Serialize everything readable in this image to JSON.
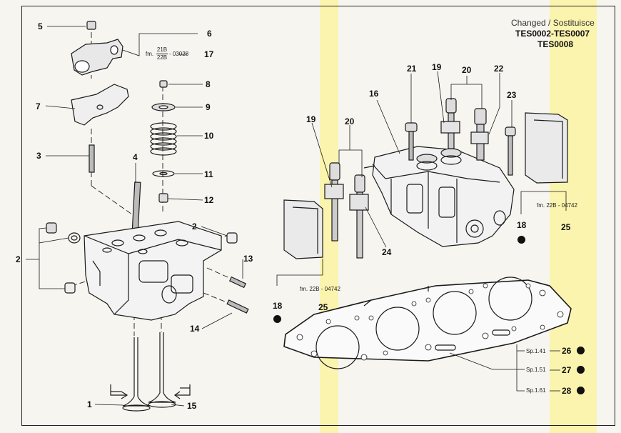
{
  "header": {
    "changed": "Changed / Sostituisce",
    "codes_line1": "TES0002-TES0007",
    "codes_line2": "TES0008"
  },
  "left_labels": [
    "5",
    "6",
    "7",
    "3",
    "4",
    "8",
    "9",
    "10",
    "11",
    "12",
    "2",
    "2",
    "13",
    "14",
    "1",
    "15"
  ],
  "fm_ref_top": {
    "prefix": "fm.",
    "num": "21B",
    "den": "22B",
    "suffix": "- 03028",
    "label": "17"
  },
  "right_labels": [
    "21",
    "19",
    "20",
    "22",
    "16",
    "23",
    "19",
    "20",
    "24",
    "18",
    "25",
    "18",
    "25"
  ],
  "fm_ref_r1": "fm. 22B - 04742",
  "fm_ref_r2": "fm. 22B - 04742",
  "gasket_options": [
    {
      "thickness": "Sp.1.41",
      "num": "26"
    },
    {
      "thickness": "Sp.1.51",
      "num": "27"
    },
    {
      "thickness": "Sp.1.61",
      "num": "28"
    }
  ],
  "colors": {
    "highlight": "#fff378",
    "ink": "#1a1a1a"
  }
}
